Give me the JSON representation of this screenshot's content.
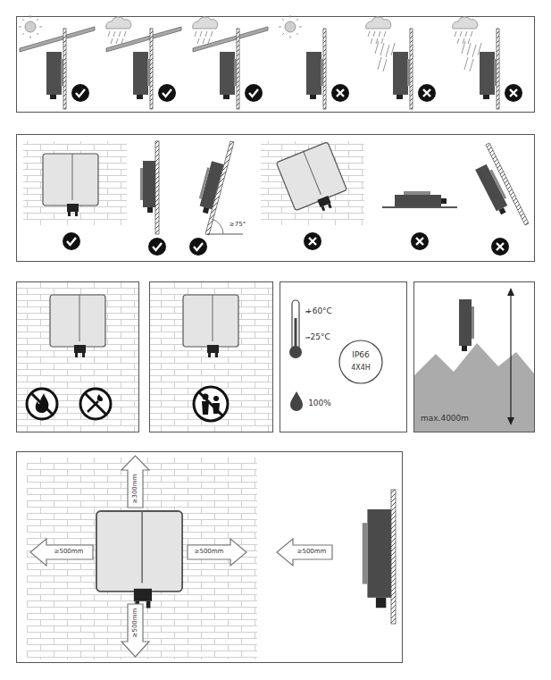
{
  "diagram": {
    "labels": [
      "≥75°",
      "+60°C",
      "-25°C",
      "IP66",
      "4X4H",
      "100%",
      "max.4000m",
      "≥300mm",
      "≥500mm",
      "≥500mm",
      "≥500mm",
      "≥500mm"
    ]
  }
}
